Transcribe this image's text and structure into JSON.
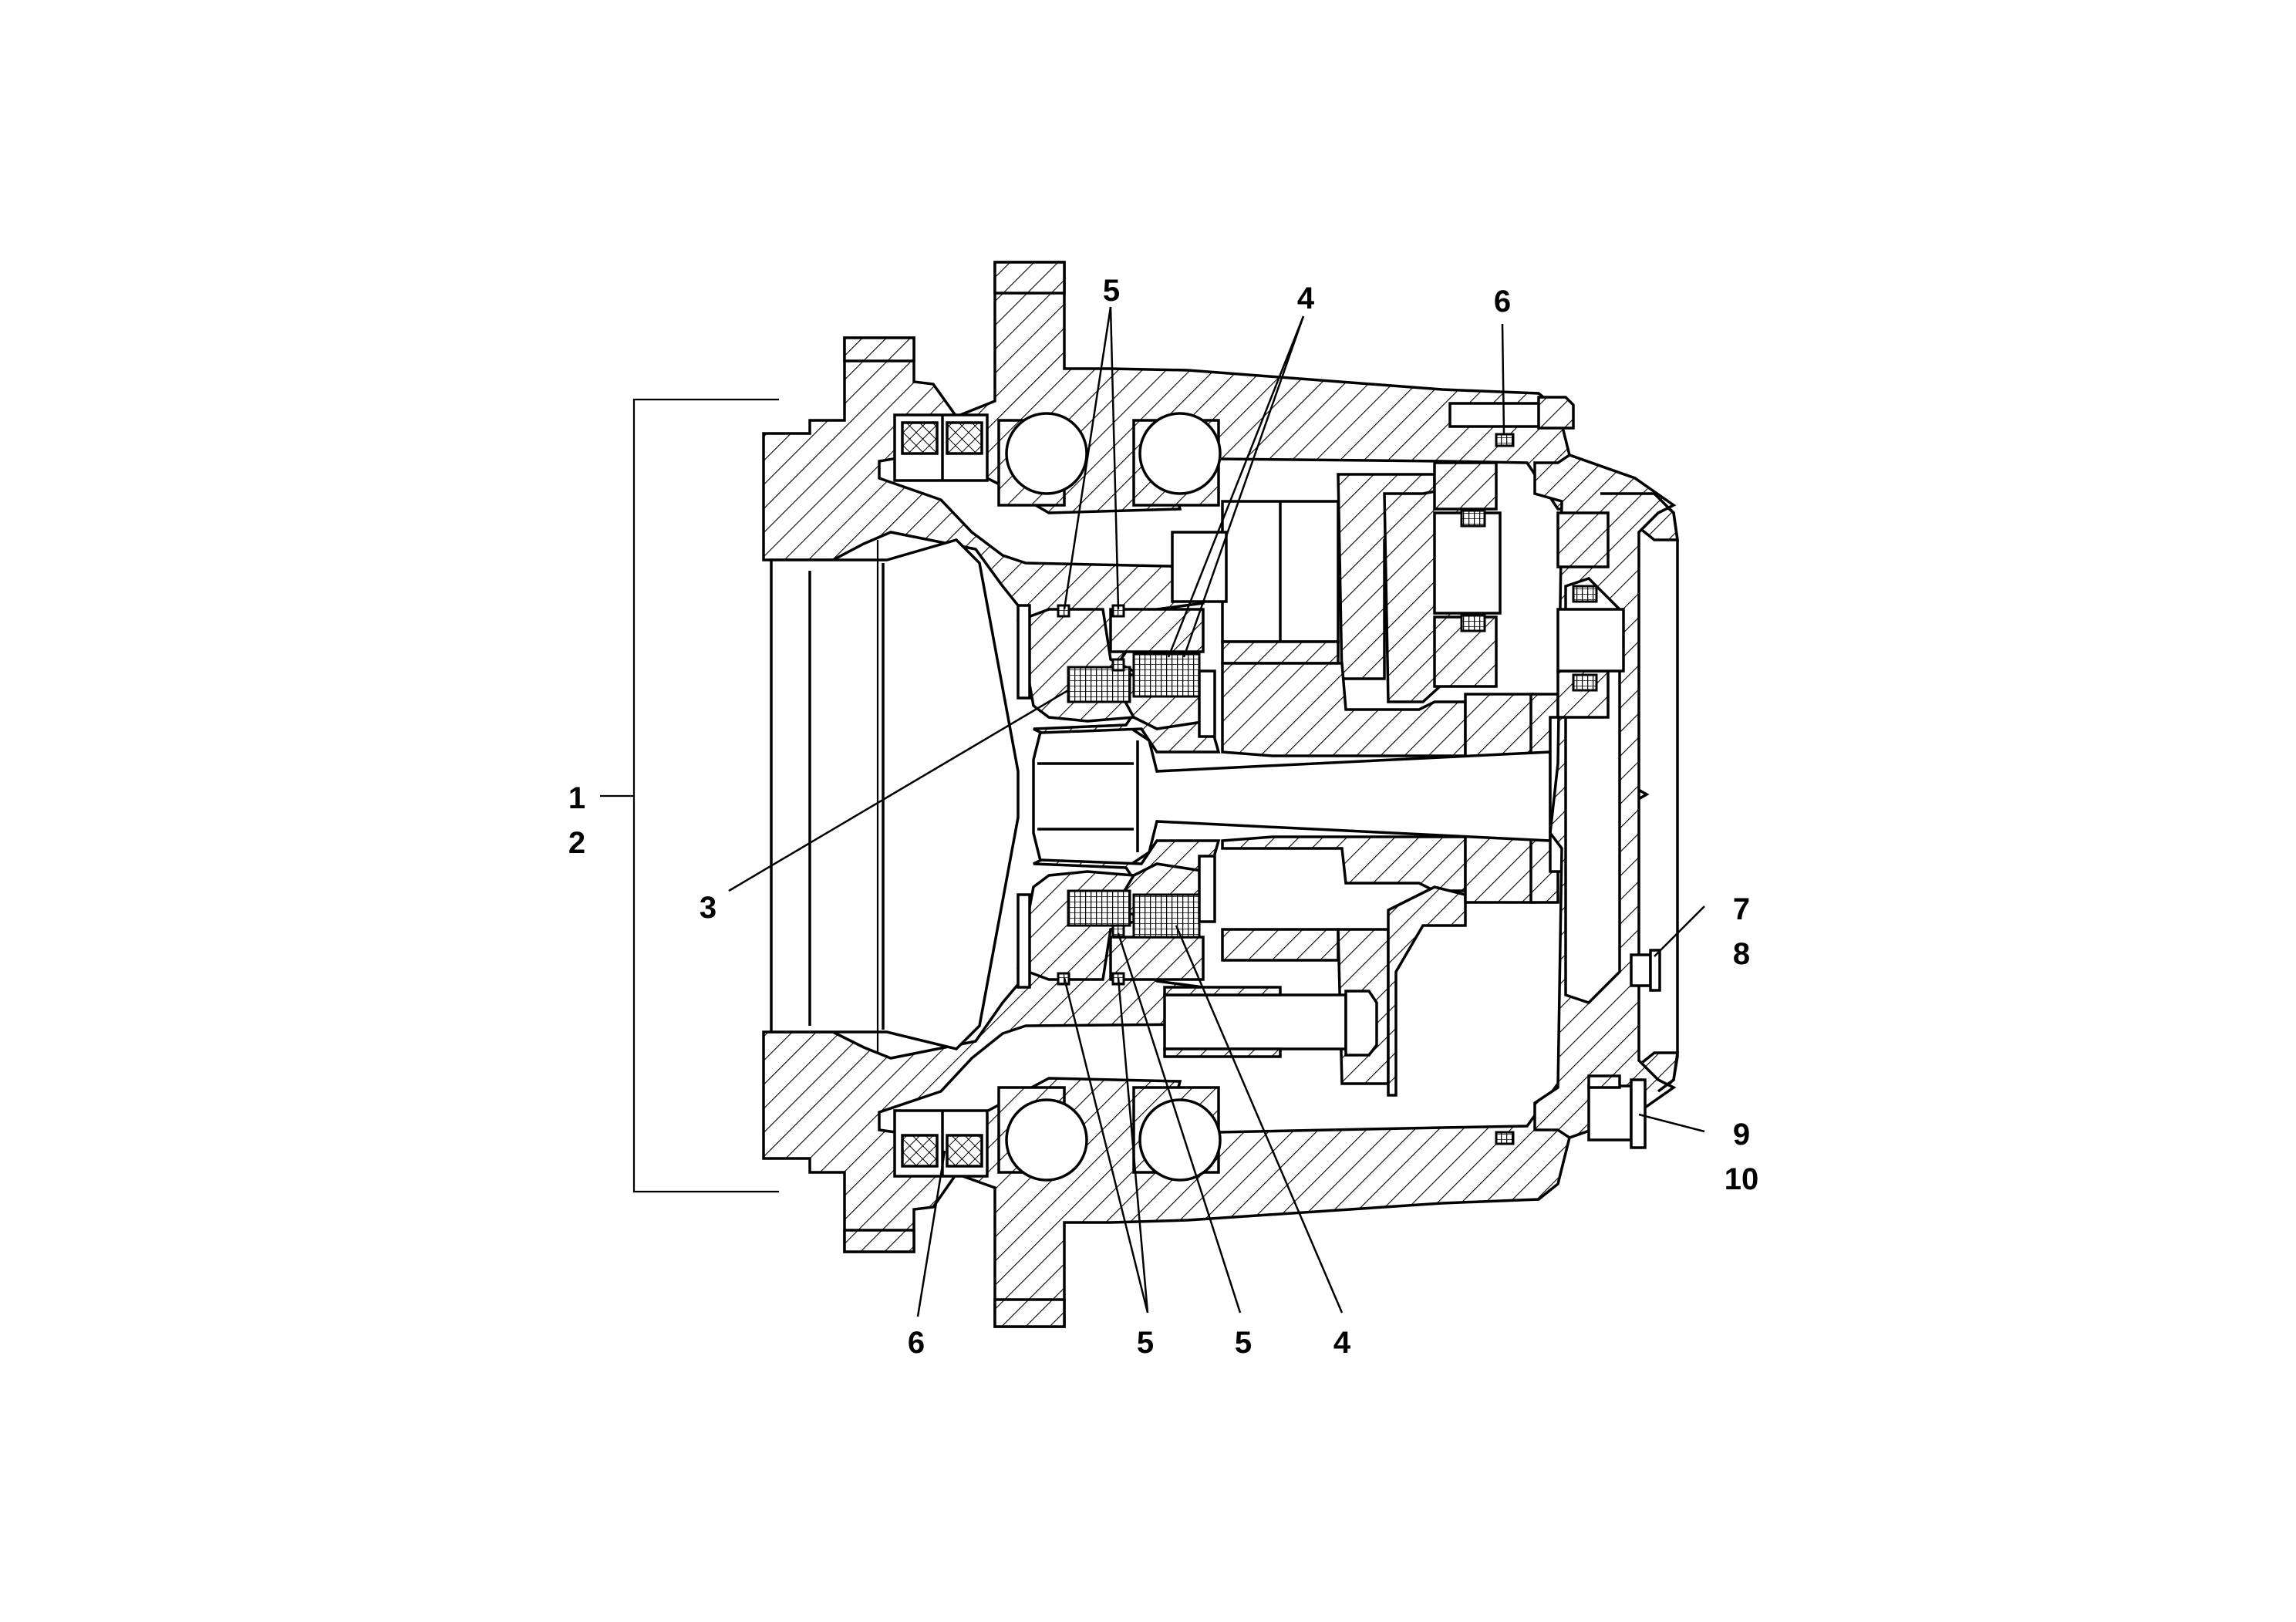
{
  "callouts": {
    "c1": "1",
    "c2": "2",
    "c3": "3",
    "c4_top": "4",
    "c4_bottom": "4",
    "c5_top": "5",
    "c5_bottom_a": "5",
    "c5_bottom_b": "5",
    "c6_top": "6",
    "c6_bottom": "6",
    "c7": "7",
    "c8": "8",
    "c9": "9",
    "c10": "10"
  },
  "colors": {
    "line": "#000000",
    "background": "#ffffff"
  }
}
